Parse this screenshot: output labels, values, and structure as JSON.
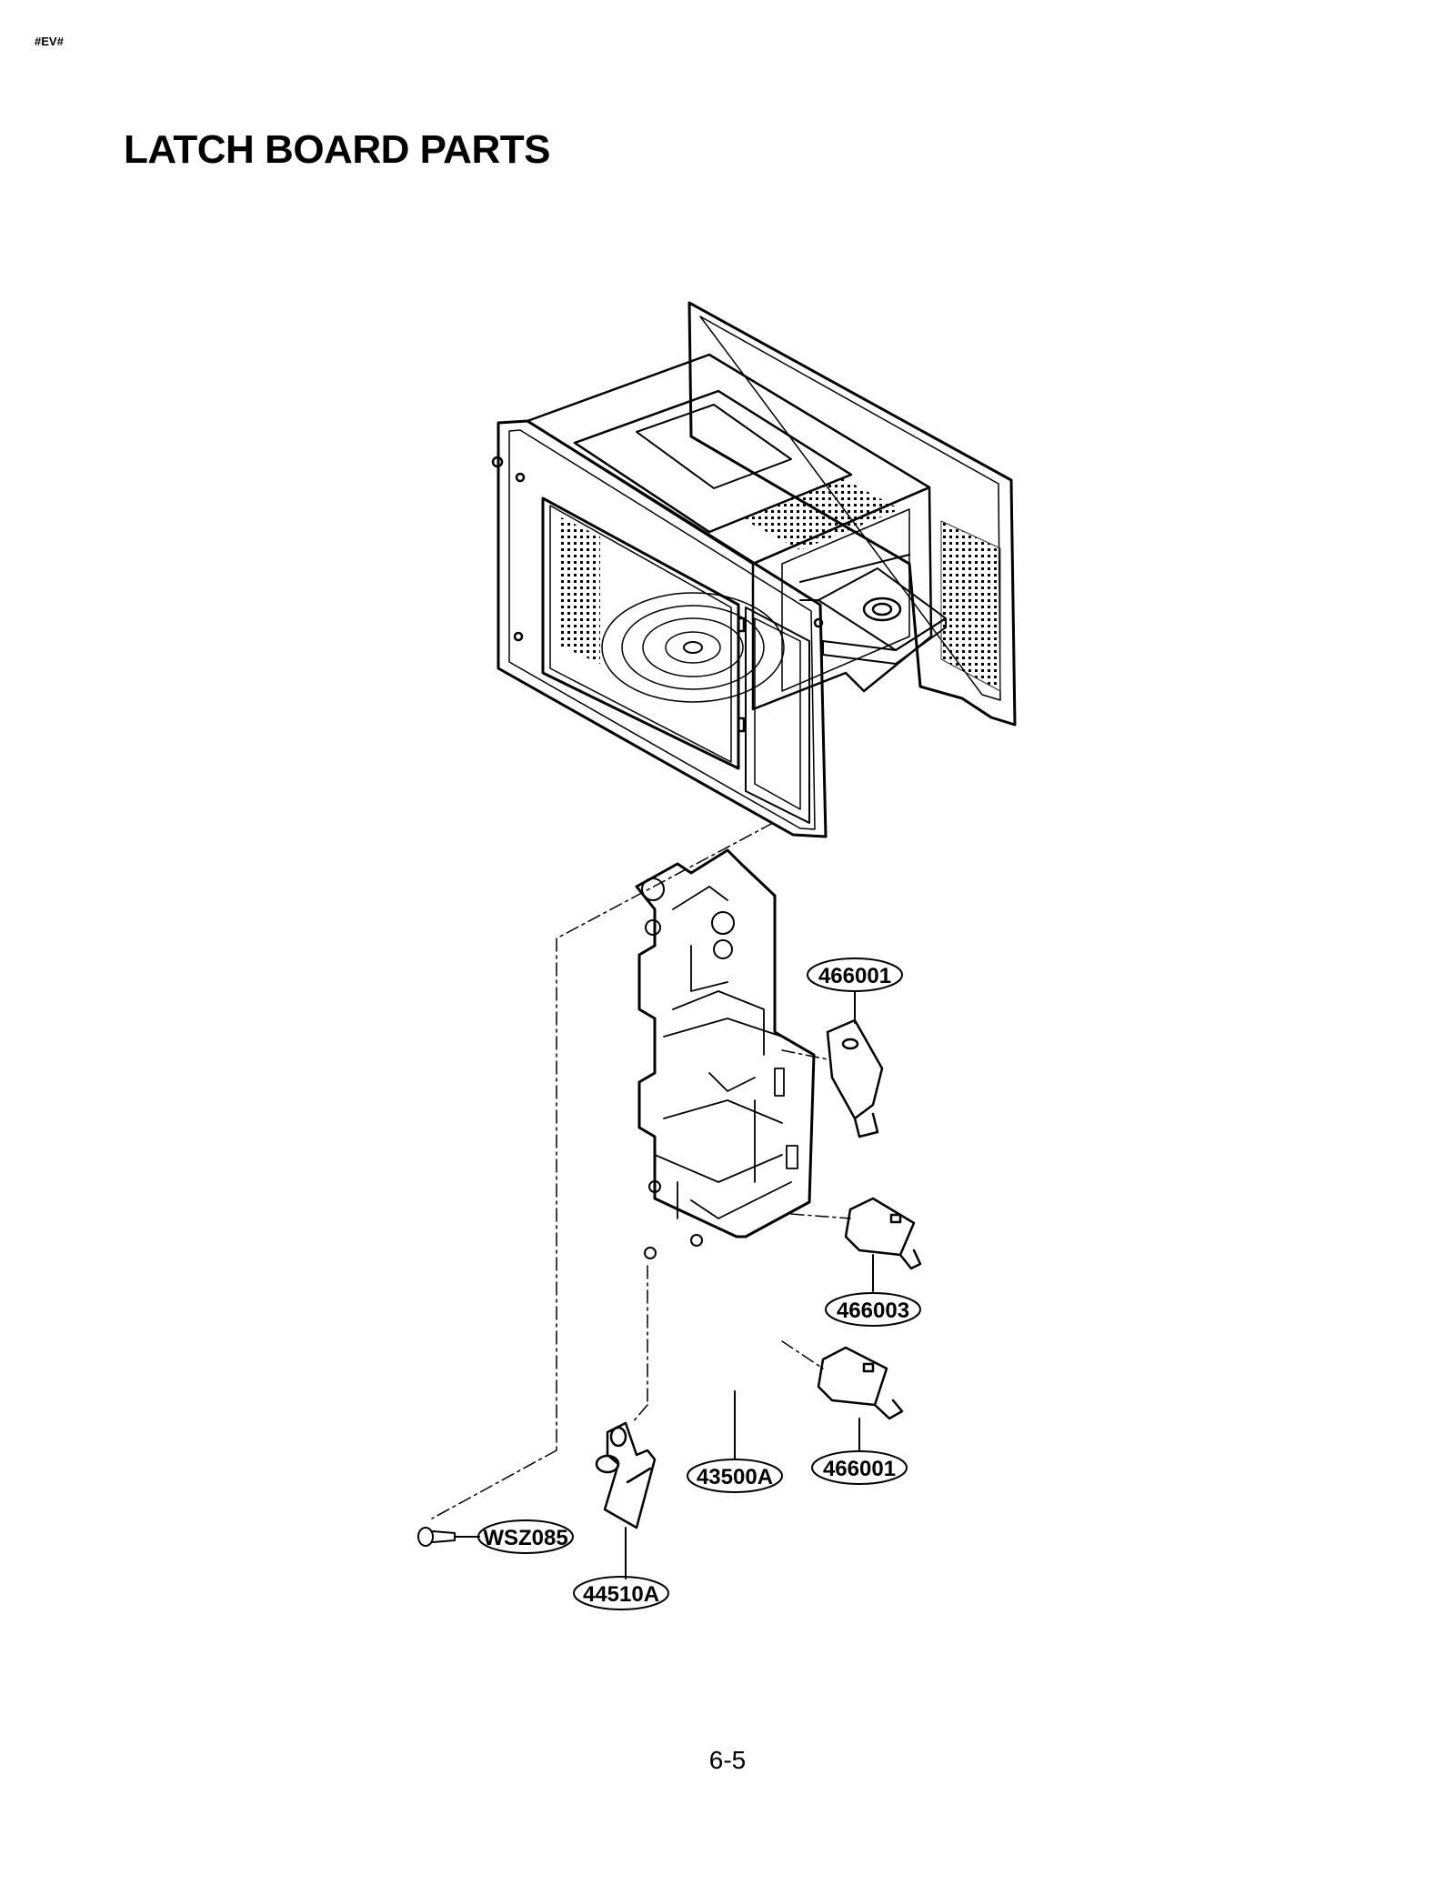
{
  "header": {
    "tag": "#EV#"
  },
  "title": "LATCH BOARD PARTS",
  "footer": {
    "page_number": "6-5"
  },
  "diagram": {
    "callouts": [
      {
        "id": "switch-top",
        "label": "466001"
      },
      {
        "id": "switch-middle",
        "label": "466003"
      },
      {
        "id": "latch-board",
        "label": "43500A"
      },
      {
        "id": "switch-bottom",
        "label": "466001"
      },
      {
        "id": "screw",
        "label": "WSZ085"
      },
      {
        "id": "lever",
        "label": "44510A"
      }
    ]
  }
}
